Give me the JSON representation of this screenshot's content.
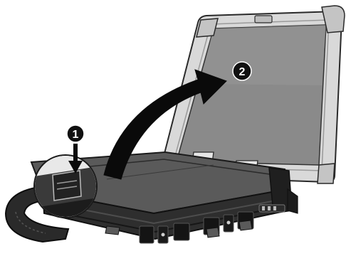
{
  "figure": {
    "steps": [
      {
        "number": "1",
        "icon": "push-latch-down-arrow"
      },
      {
        "number": "2",
        "icon": "lift-lid-curved-arrow"
      }
    ],
    "colors": {
      "screen": "#8a8a8a",
      "lid_frame": "#d9d9d9",
      "body": "#3e3e3e",
      "body_dark": "#1c1c1c",
      "arrow": "#0a0a0a",
      "badge": "#111111"
    }
  }
}
